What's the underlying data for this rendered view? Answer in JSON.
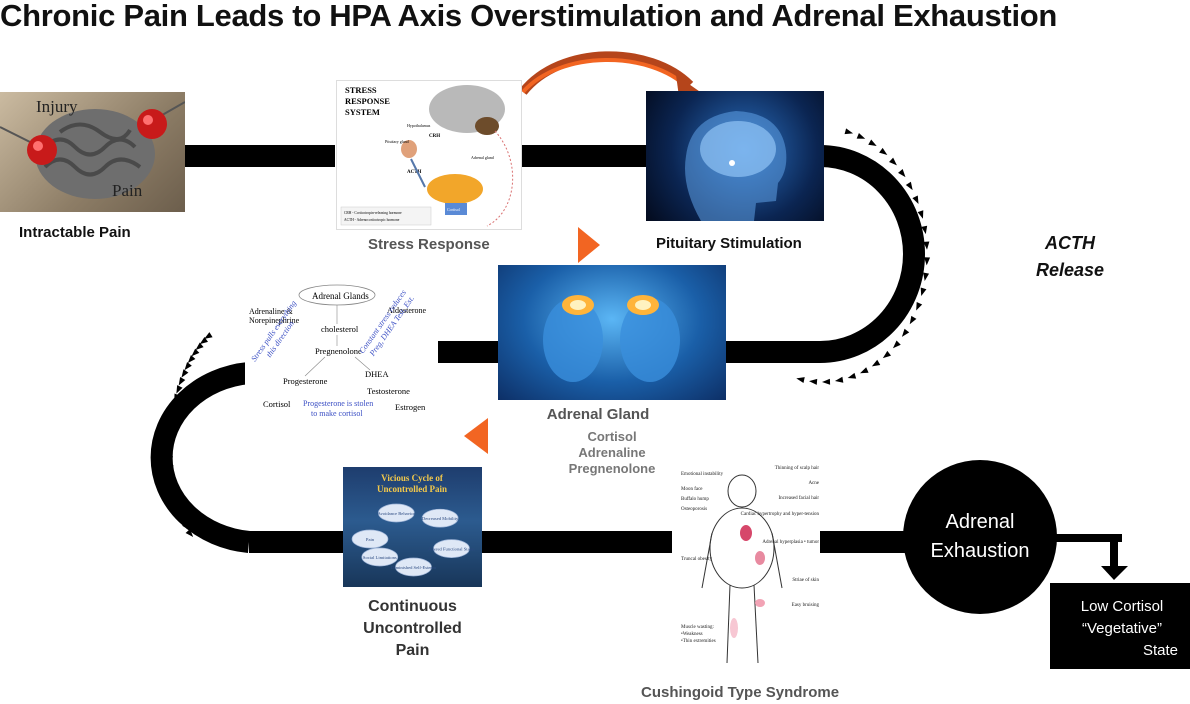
{
  "title": "Chronic Pain Leads to HPA Axis Overstimulation and Adrenal Exhaustion",
  "nodes": {
    "intractable_pain": {
      "label": "Intractable Pain",
      "img_words": {
        "injury": "Injury",
        "pain": "Pain"
      }
    },
    "stress_response": {
      "label": "Stress Response",
      "img": {
        "heading_1": "STRESS",
        "heading_2": "RESPONSE",
        "heading_3": "SYSTEM",
        "hypothalamus": "Hypothalamus",
        "crh": "CRH",
        "pituitary": "Pituitary gland",
        "acth": "ACTH",
        "adrenal": "Adrenal gland",
        "cortisol": "Cortisol",
        "legend_crh": "CRH - Corticotropin-releasing hormone",
        "legend_acth": "ACTH - Adrenocorticotropic hormone"
      }
    },
    "pituitary": {
      "label": "Pituitary Stimulation"
    },
    "acth_release": {
      "line1": "ACTH",
      "line2": "Release"
    },
    "adrenal_gland": {
      "label": "Adrenal Gland",
      "sub1": "Cortisol",
      "sub2": "Adrenaline",
      "sub3": "Pregnenolone"
    },
    "adrenal_pathway": {
      "adrenal_glands": "Adrenal Glands",
      "adrenaline": "Adrenaline &",
      "norepinephrine": "Norepinephrine",
      "aldosterone": "Aldosterone",
      "cholesterol": "cholesterol",
      "pregnenolone": "Pregnenolone",
      "progesterone": "Progesterone",
      "dhea": "DHEA",
      "testosterone": "Testosterone",
      "cortisol": "Cortisol",
      "estrogen": "Estrogen",
      "note_left_1": "Stress pulls everything",
      "note_left_2": "this direction",
      "note_right_1": "Constant stress reduces",
      "note_right_2": "Preg, DHEA Test, Est.",
      "note_bottom_1": "Progesterone is stolen",
      "note_bottom_2": "to make cortisol"
    },
    "vicious_cycle": {
      "title_1": "Vicious Cycle of",
      "title_2": "Uncontrolled Pain",
      "items": [
        "Pain",
        "Avoidance Behavior",
        "Decreased Mobility",
        "Altered Functional Status",
        "Diminished Self-Esteem",
        "Social Limitations"
      ]
    },
    "continuous_pain": {
      "line1": "Continuous",
      "line2": "Uncontrolled",
      "line3": "Pain"
    },
    "cushingoid": {
      "label": "Cushingoid Type Syndrome",
      "left": [
        "Emotional instability",
        "Moon face",
        "Buffalo hump",
        "Osteoporosis",
        "Truncal obesity",
        "Muscle wasting:",
        "•Weakness",
        "•Thin extremities"
      ],
      "right": [
        "Thinning of scalp hair",
        "Acne",
        "Increased facial hair",
        "Cardiac hypertrophy and hyper-tension",
        "Adrenal hyperplasia • tumor",
        "Striae of skin",
        "Easy bruising"
      ]
    },
    "adrenal_exhaustion": {
      "line1": "Adrenal",
      "line2": "Exhaustion"
    },
    "low_cortisol": {
      "line1": "Low Cortisol",
      "line2": "“Vegetative”",
      "line3": "State"
    }
  },
  "colors": {
    "path": "#000000",
    "accent_orange": "#f26522",
    "arrow_brown": "#b5451b",
    "brain_blue": "#1a5fa8",
    "note_blue": "#3b4fc4"
  },
  "icons": {
    "path_arrows": "triangle-marker-icon",
    "curved_arrow": "curved-arrow-icon",
    "play_arrow": "play-arrow-icon"
  }
}
